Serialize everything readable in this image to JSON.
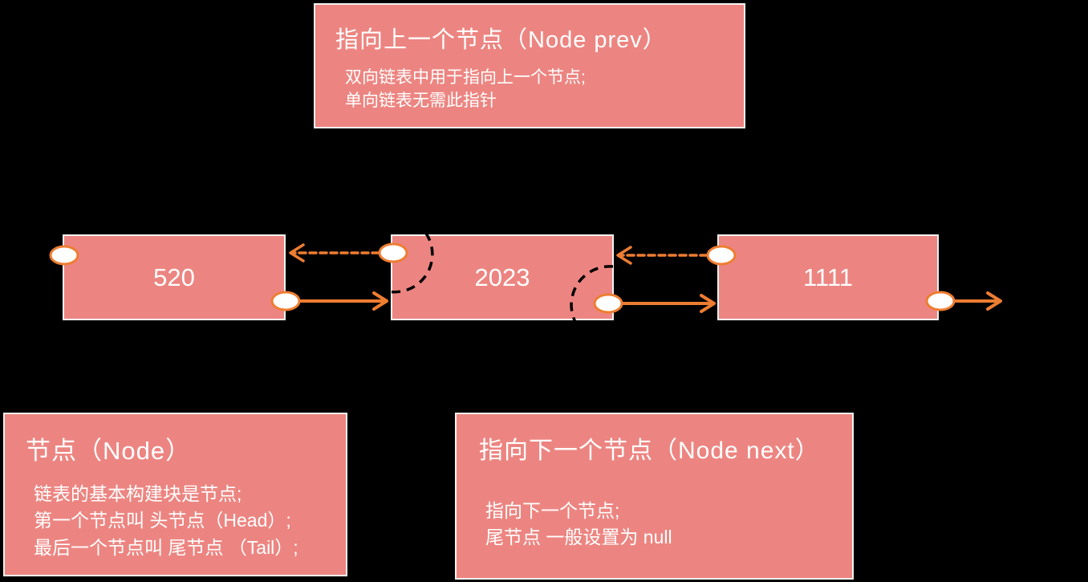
{
  "diagram": {
    "background_color": "#000000",
    "colors": {
      "box_fill": "#EC8581",
      "box_border": "#F7F3F2",
      "arrow_orange": "#ED7D31",
      "highlight_dash": "#000000",
      "text": "#FFFFFF"
    },
    "callouts": {
      "prev": {
        "title": "指向上一个节点（Node prev）",
        "lines": [
          "双向链表中用于指向上一个节点;",
          "单向链表无需此指针"
        ]
      },
      "node": {
        "title": "节点（Node）",
        "lines": [
          "链表的基本构建块是节点;",
          "第一个节点叫 头节点（Head）;",
          "最后一个节点叫 尾节点 （Tail）;"
        ]
      },
      "next": {
        "title": "指向下一个节点（Node next）",
        "lines": [
          "指向下一个节点;",
          "尾节点 一般设置为 null"
        ]
      }
    },
    "nodes": [
      {
        "value": "520"
      },
      {
        "value": "2023"
      },
      {
        "value": "1111"
      }
    ]
  }
}
